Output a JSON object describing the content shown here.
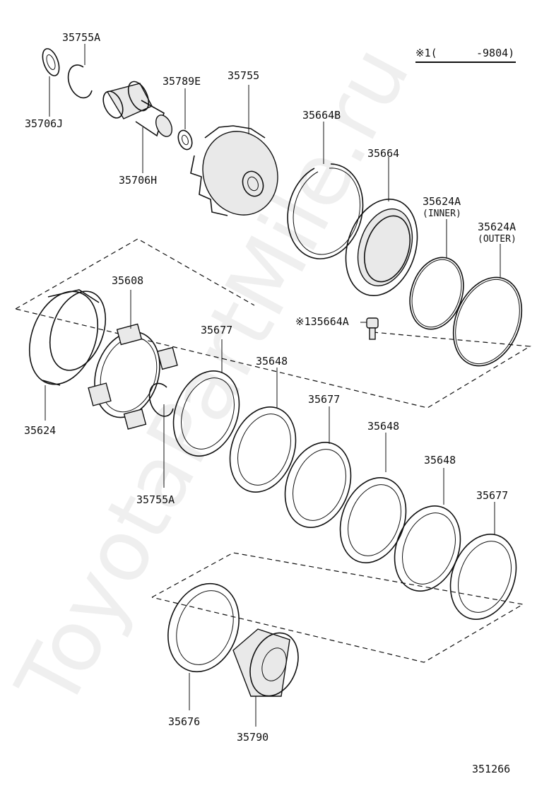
{
  "watermark": "ToyotaPartMile.ru",
  "legend": {
    "symbol": "※1(",
    "range": "-9804)"
  },
  "diagram_id": "351266",
  "part_labels": {
    "p35755A_top": "35755A",
    "p35706J": "35706J",
    "p35706H": "35706H",
    "p35789E": "35789E",
    "p35755": "35755",
    "p35664B": "35664B",
    "p35664": "35664",
    "p35624A_inner": "35624A",
    "inner": "(INNER)",
    "p35624A_outer": "35624A",
    "outer": "(OUTER)",
    "p135664A": "※135664A",
    "p35608": "35608",
    "p35624": "35624",
    "p35677_a": "35677",
    "p35755A_bottom": "35755A",
    "p35648_a": "35648",
    "p35677_b": "35677",
    "p35648_b": "35648",
    "p35648_c": "35648",
    "p35677_c": "35677",
    "p35676": "35676",
    "p35790": "35790"
  },
  "colors": {
    "ink": "#111111",
    "background": "#ffffff"
  }
}
